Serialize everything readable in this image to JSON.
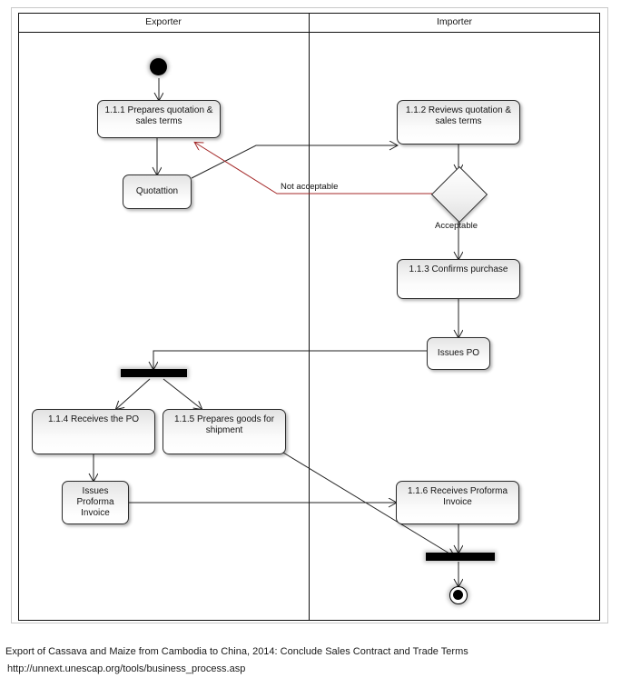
{
  "diagram": {
    "type": "uml-activity-diagram",
    "lanes": [
      {
        "id": "exporter",
        "label": "Exporter"
      },
      {
        "id": "importer",
        "label": "Importer"
      }
    ],
    "nodes": {
      "start": {
        "kind": "initial-node",
        "lane": "exporter",
        "label": ""
      },
      "a111": {
        "kind": "activity",
        "lane": "exporter",
        "label": "1.1.1 Prepares quotation & sales terms"
      },
      "quotation": {
        "kind": "object-node",
        "lane": "exporter",
        "label": "Quotattion"
      },
      "a112": {
        "kind": "activity",
        "lane": "importer",
        "label": "1.1.2 Reviews quotation & sales terms"
      },
      "decision": {
        "kind": "decision",
        "lane": "importer",
        "label": "Acceptable"
      },
      "a113": {
        "kind": "activity",
        "lane": "importer",
        "label": "1.1.3 Confirms purchase"
      },
      "issuespo": {
        "kind": "object-node",
        "lane": "importer",
        "label": "Issues PO"
      },
      "fork": {
        "kind": "fork-bar",
        "lane": "exporter",
        "label": ""
      },
      "a114": {
        "kind": "activity",
        "lane": "exporter",
        "label": "1.1.4 Receives the PO"
      },
      "a115": {
        "kind": "activity",
        "lane": "exporter",
        "label": "1.1.5 Prepares goods for shipment"
      },
      "proforma": {
        "kind": "object-node",
        "lane": "exporter",
        "label": "Issues Proforma Invoice"
      },
      "a116": {
        "kind": "activity",
        "lane": "importer",
        "label": "1.1.6 Receives Proforma Invoice"
      },
      "join": {
        "kind": "join-bar",
        "lane": "importer",
        "label": ""
      },
      "end": {
        "kind": "final-node",
        "lane": "importer",
        "label": ""
      }
    },
    "edge_labels": {
      "not_acceptable": "Not acceptable",
      "acceptable": "Acceptable"
    },
    "colors": {
      "line": "#222222",
      "reject_flow": "#a52a2a",
      "node_border": "#2b2b2b",
      "frame": "#111111"
    }
  },
  "caption": {
    "line1": "Export of Cassava and Maize from Cambodia to China, 2014: Conclude Sales Contract and Trade Terms",
    "line2": "http://unnext.unescap.org/tools/business_process.asp"
  }
}
